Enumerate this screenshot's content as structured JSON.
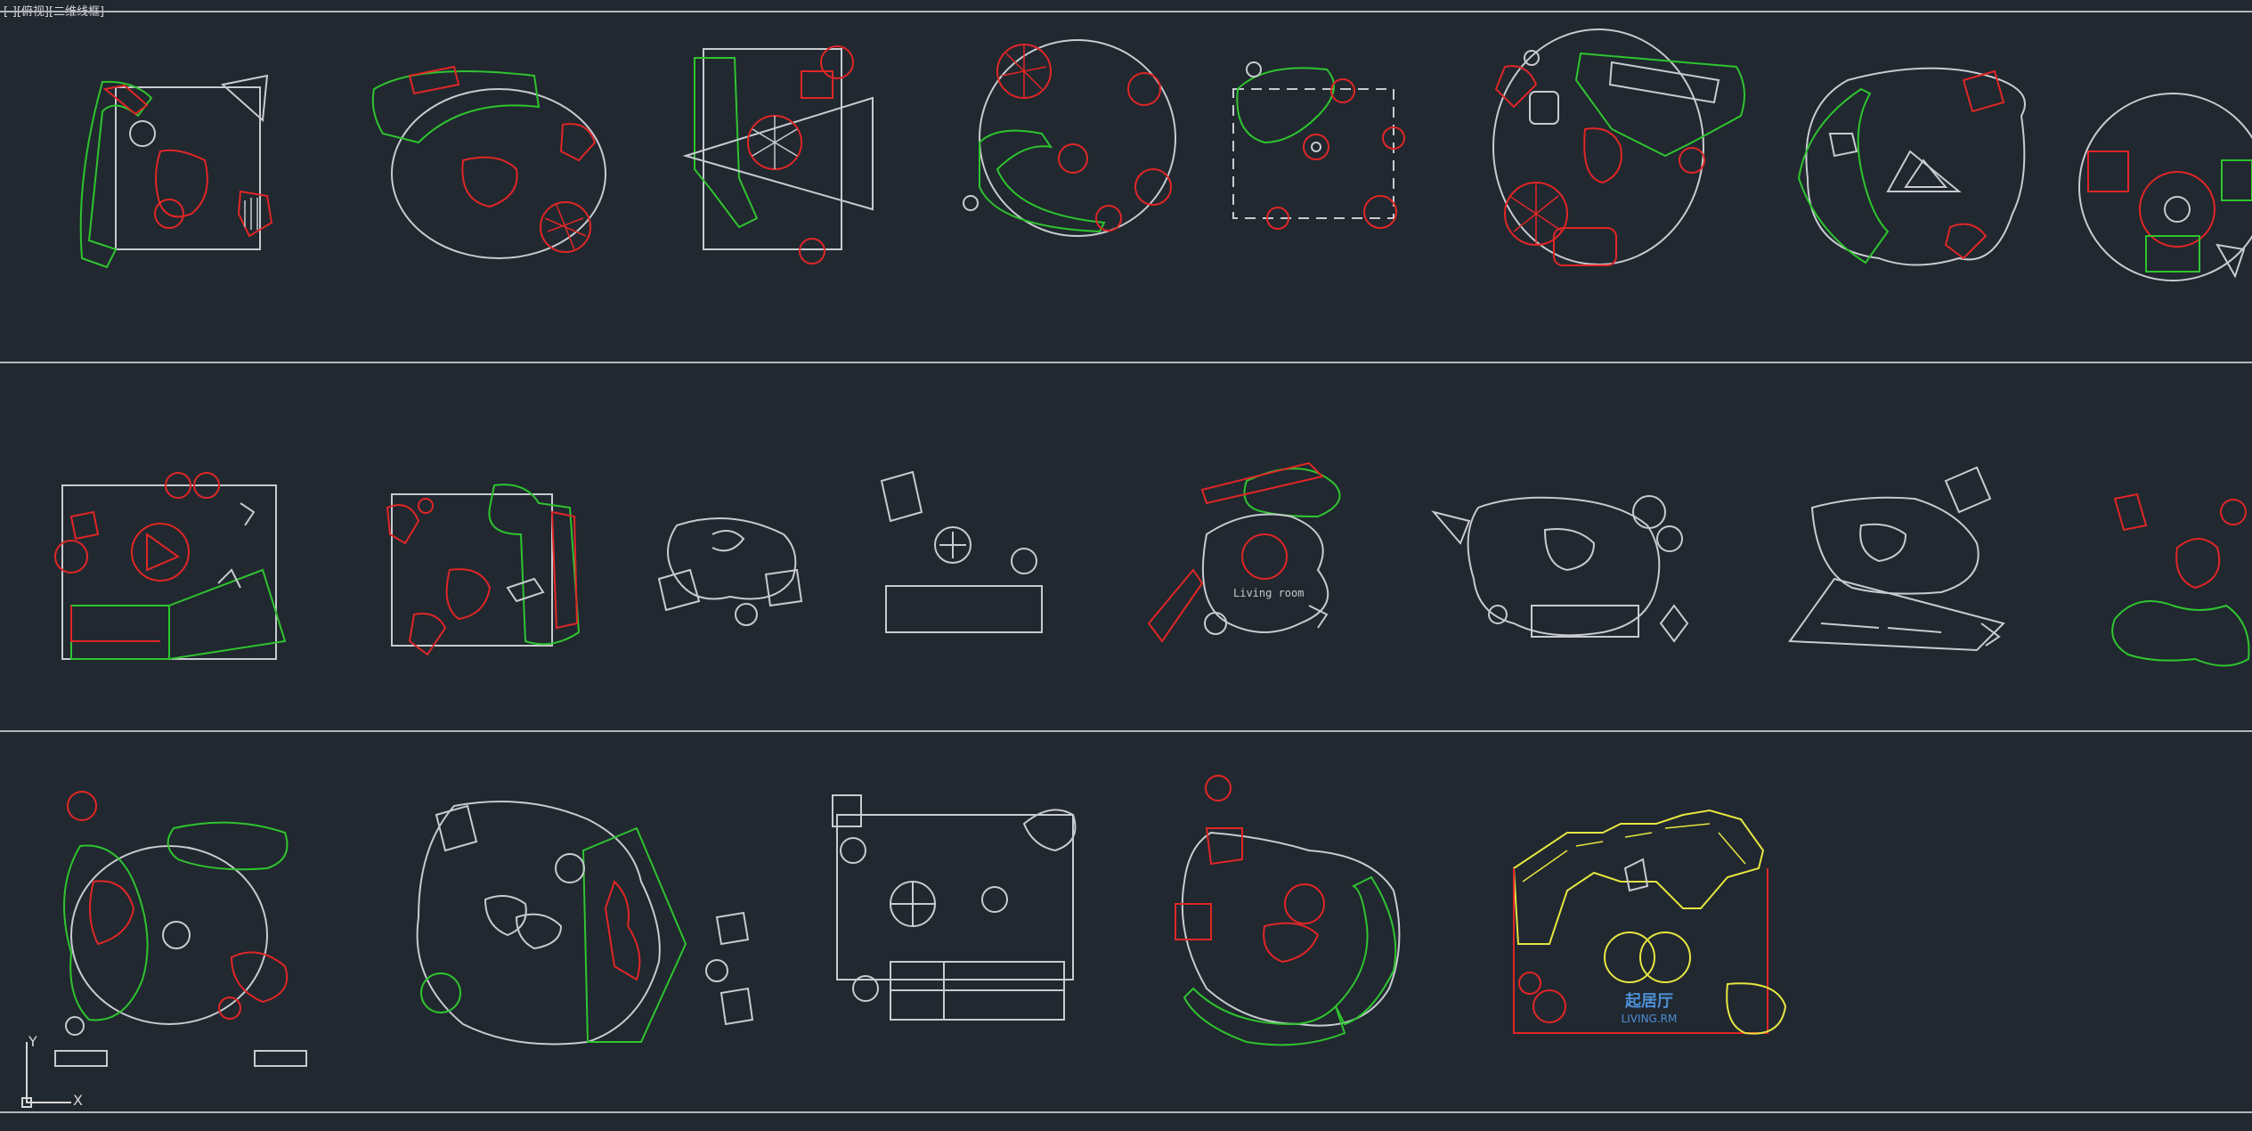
{
  "viewport": {
    "label": "[-][俯视][二维线框]"
  },
  "annotations": {
    "living_room_text": "Living room",
    "living_cn": "起居厅",
    "living_en": "LIVING.RM"
  },
  "ucs": {
    "x_label": "X",
    "y_label": "Y"
  },
  "colors": {
    "background": "#212830",
    "line_white": "#c8cbd0",
    "line_red": "#e02626",
    "line_green": "#2fc42f",
    "line_yellow": "#e6e640",
    "text_blue": "#4d8fd6"
  }
}
